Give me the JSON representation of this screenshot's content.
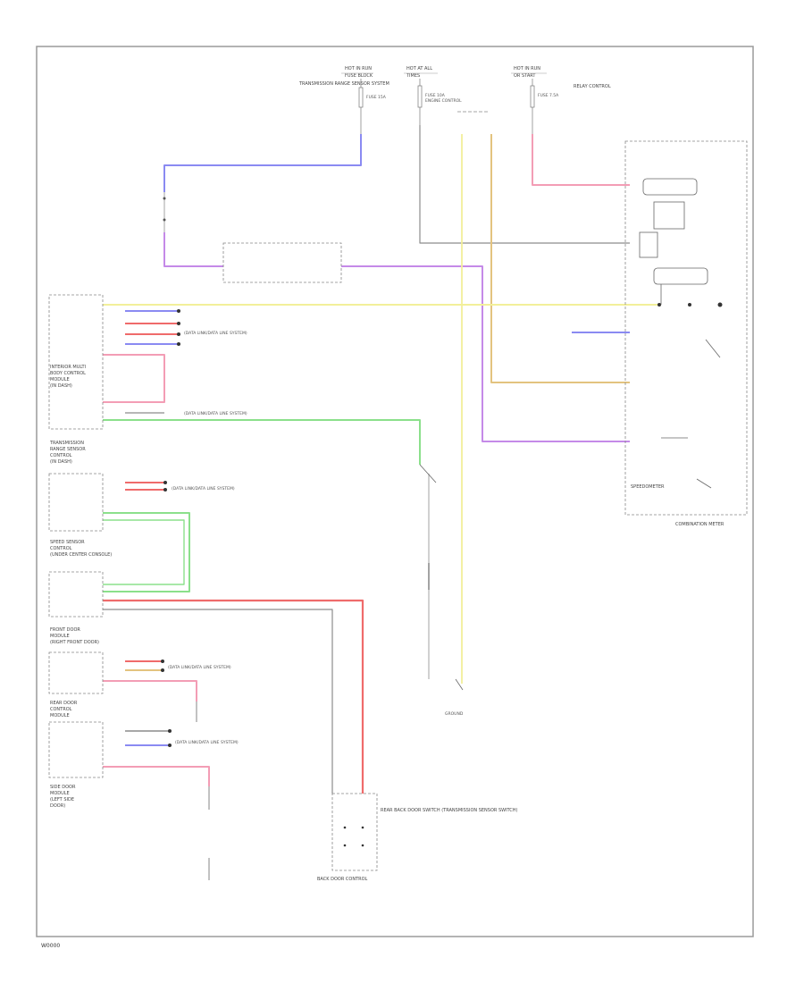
{
  "diagram": {
    "footer_code": "W0000",
    "frame_color": "#9a9a9a",
    "wire_colors": {
      "yellow": "#f2ef9a",
      "blue": "#8a8af2",
      "violet": "#c58ae8",
      "pink": "#f39db5",
      "red": "#ef6b6b",
      "green": "#8be08b",
      "tan": "#e3c37f",
      "gray": "#8c8c8c",
      "dark": "#5a5a5a"
    },
    "top_fuses": [
      {
        "title": "HOT IN RUN",
        "sub": "FUSE BLOCK",
        "fuse": "FUSE 15A",
        "desc": "TRANSMISSION RANGE SENSOR SYSTEM"
      },
      {
        "title": "HOT AT ALL",
        "sub": "TIMES",
        "fuse": "FUSE 10A",
        "desc": "ENGINE CONTROL"
      },
      {
        "title": "HOT IN RUN",
        "sub": "OR START",
        "fuse": "FUSE 7.5A",
        "desc": "RELAY CONTROL"
      }
    ],
    "modules": [
      {
        "name": "INTERIOR MULTI",
        "lines": [
          "INTERIOR MULTI",
          "BODY CONTROL",
          "MODULE",
          "(IN DASH)"
        ]
      },
      {
        "name": "TRANSMISSION",
        "lines": [
          "TRANSMISSION",
          "RANGE SENSOR",
          "CONTROL",
          "(IN DASH)"
        ]
      },
      {
        "name": "SPEED SENSOR",
        "lines": [
          "SPEED SENSOR",
          "CONTROL",
          "(UNDER CENTER CONSOLE)"
        ]
      },
      {
        "name": "FRONT DOOR",
        "lines": [
          "FRONT DOOR",
          "MODULE",
          "(RIGHT FRONT DOOR)"
        ]
      },
      {
        "name": "REAR DOOR",
        "lines": [
          "REAR DOOR",
          "CONTROL",
          "MODULE"
        ]
      },
      {
        "name": "SIDE DOOR",
        "lines": [
          "SIDE DOOR",
          "MODULE",
          "(LEFT SIDE",
          "DOOR)"
        ]
      }
    ],
    "right_meter": {
      "title": "COMBINATION METER",
      "speedometer": "SPEEDOMETER"
    },
    "data_link_note": "(DATA LINK/DATA LINE SYSTEM)",
    "ground_note": "GROUND",
    "bottom_box": "BACK DOOR CONTROL",
    "bottom_switch": "REAR BACK DOOR SWITCH (TRANSMISSION SENSOR SWITCH)"
  }
}
